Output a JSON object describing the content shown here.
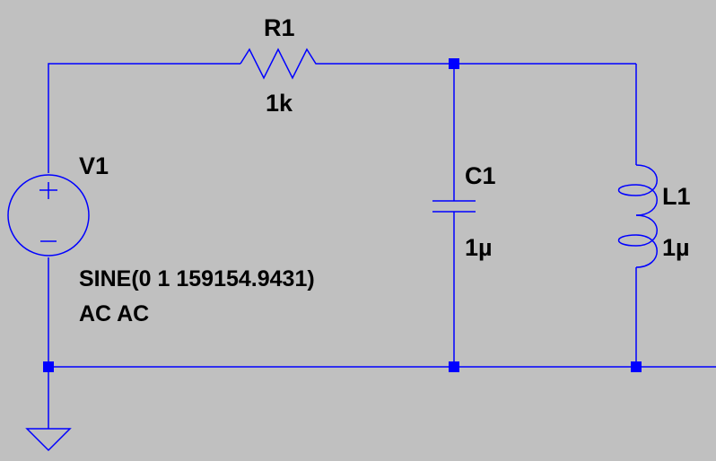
{
  "colors": {
    "background": "#c0c0c0",
    "wire": "#0000ff",
    "text": "#000000"
  },
  "components": {
    "resistor": {
      "ref": "R1",
      "value": "1k"
    },
    "source": {
      "ref": "V1",
      "spec_line1": "SINE(0 1 159154.9431)",
      "spec_line2": "AC AC",
      "plus": "+",
      "minus": "−"
    },
    "capacitor": {
      "ref": "C1",
      "value": "1µ"
    },
    "inductor": {
      "ref": "L1",
      "value": "1µ"
    }
  },
  "icons": [
    "voltage-source-icon",
    "resistor-icon",
    "capacitor-icon",
    "inductor-icon",
    "ground-icon"
  ]
}
